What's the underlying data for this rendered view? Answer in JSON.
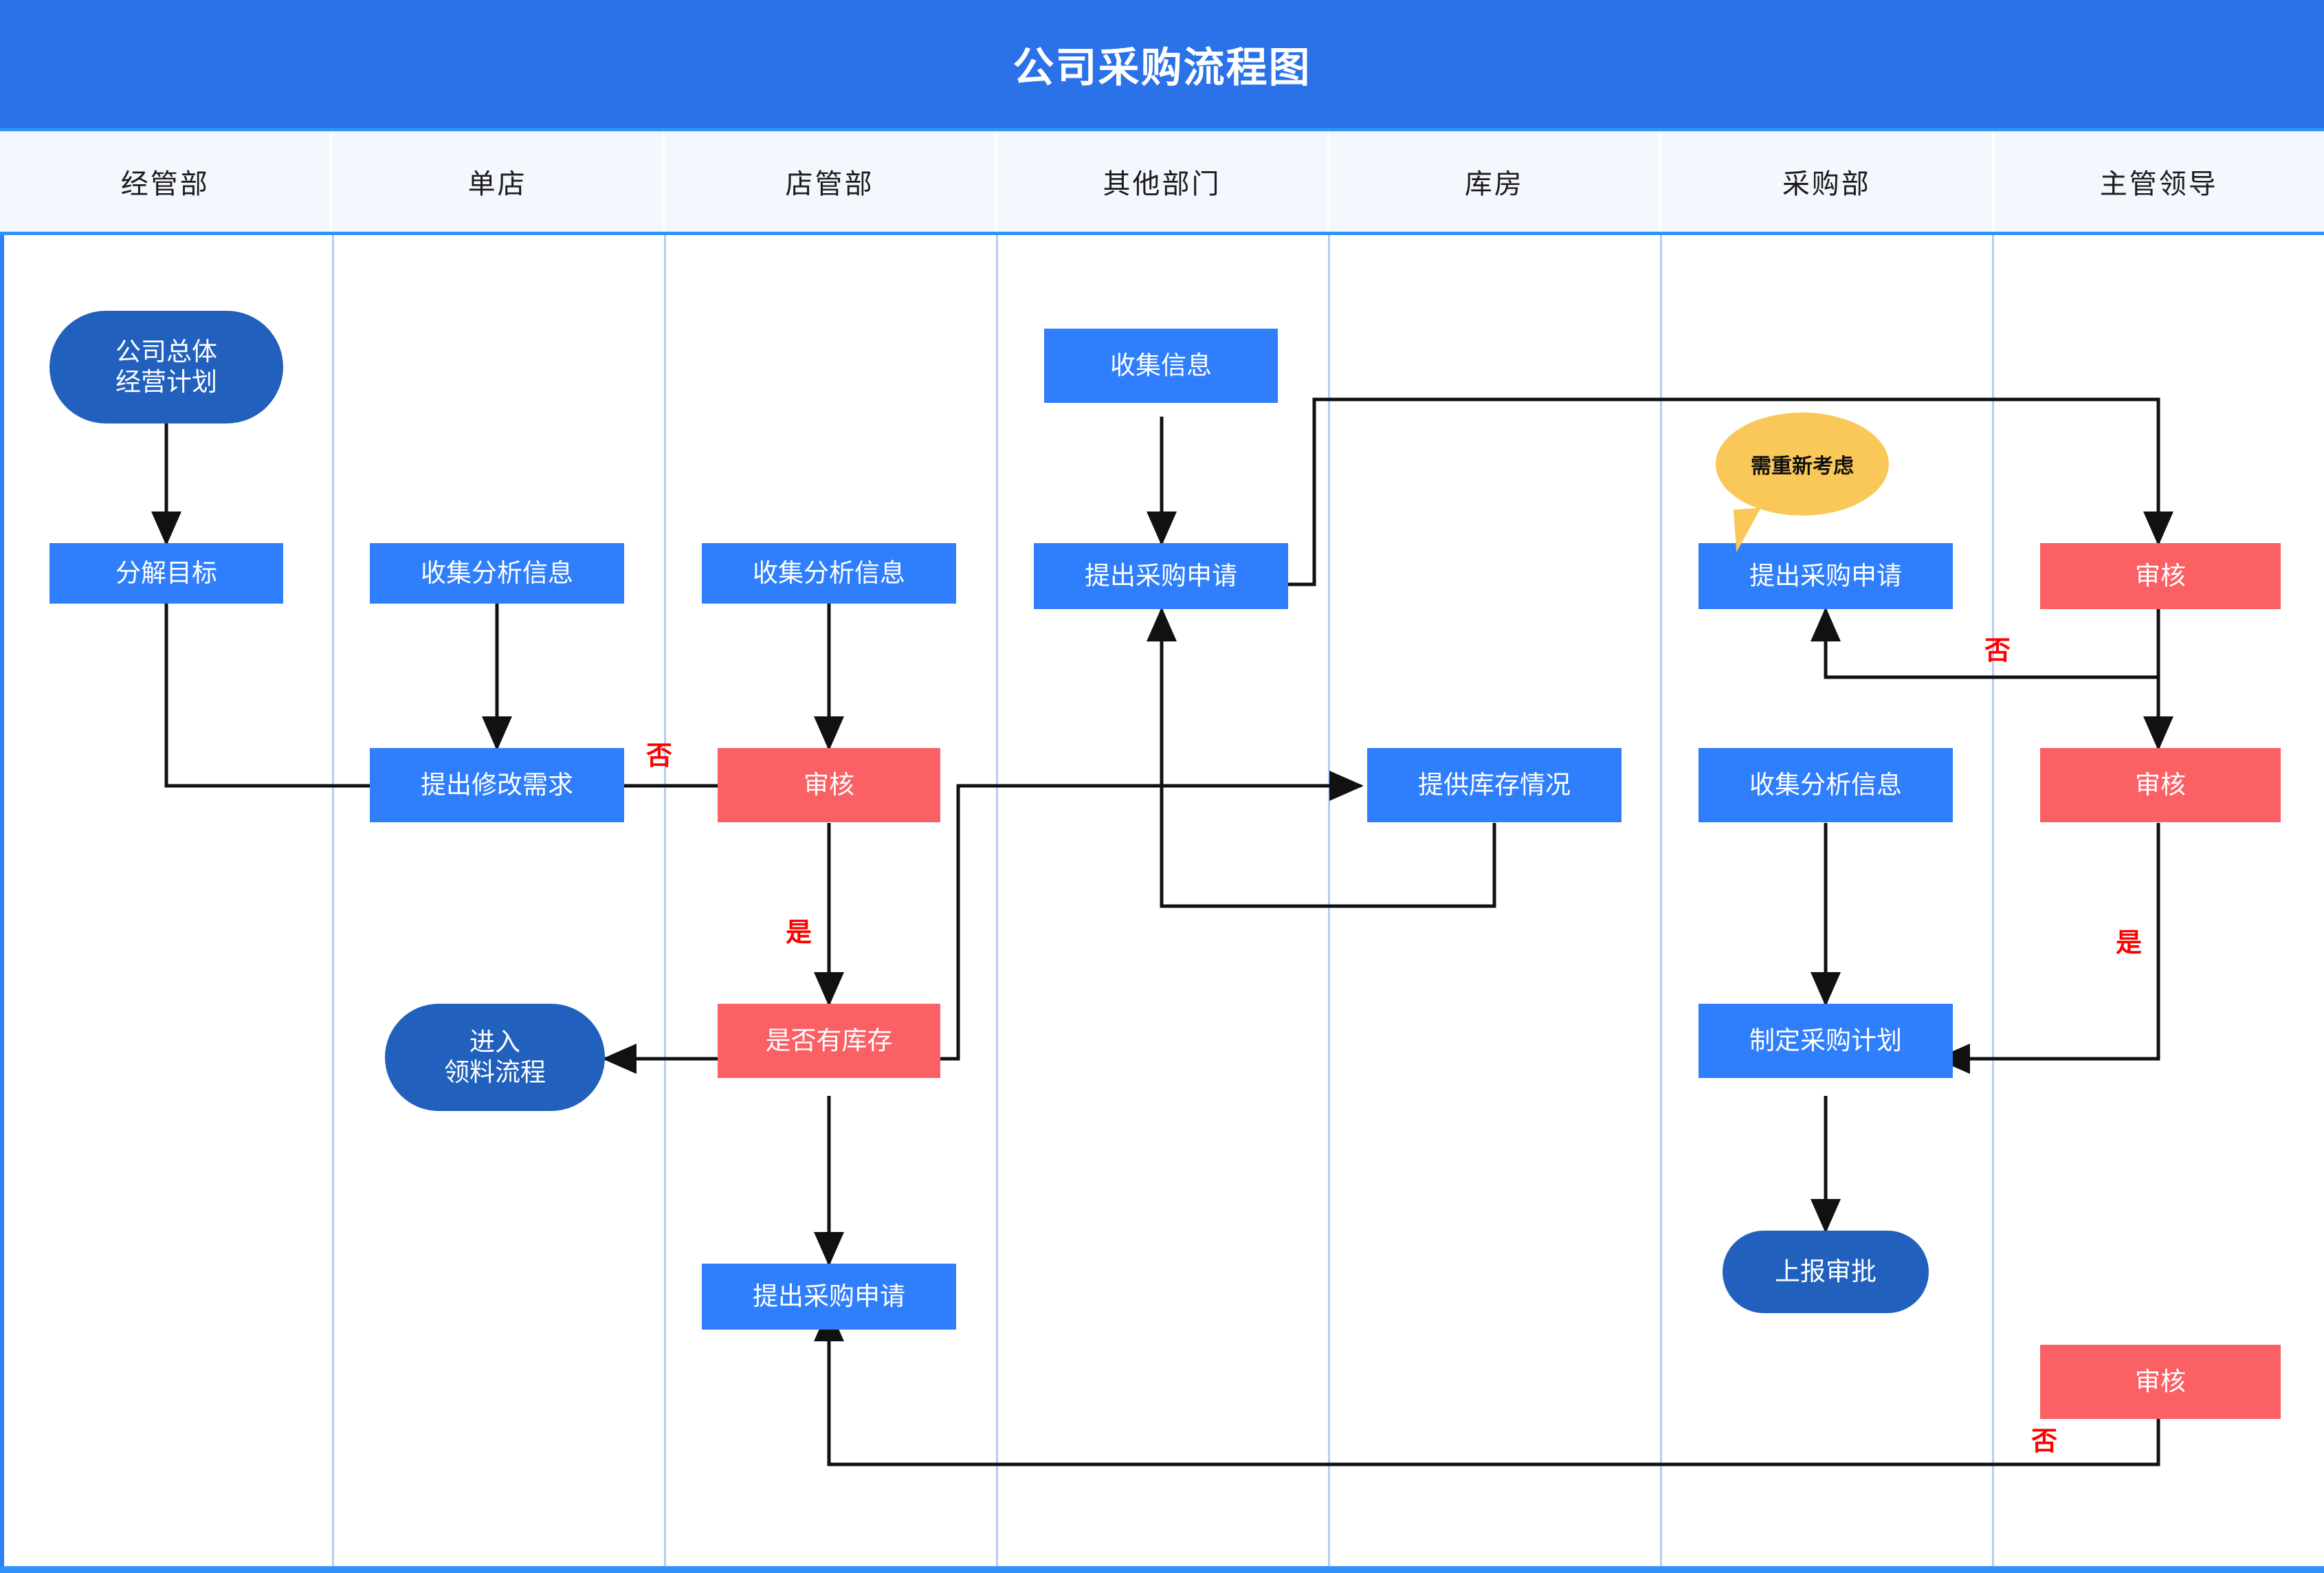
{
  "header": {
    "title": "公司采购流程图",
    "title_bg": "#2b71e8",
    "lane_band_bg": "#f4f7fe",
    "lane_band_border": "#2f93fb"
  },
  "lanes": [
    {
      "id": "lane-jinguanbu",
      "label": "经管部"
    },
    {
      "id": "lane-dandian",
      "label": "单店"
    },
    {
      "id": "lane-dianguanbu",
      "label": "店管部"
    },
    {
      "id": "lane-qitabumen",
      "label": "其他部门"
    },
    {
      "id": "lane-kufang",
      "label": "库房"
    },
    {
      "id": "lane-caigoubu",
      "label": "采购部"
    },
    {
      "id": "lane-zhuguan",
      "label": "主管领导"
    }
  ],
  "colors": {
    "process": "#2f7efc",
    "decision": "#fa6064",
    "terminal": "#2160bd",
    "callout": "#fac858",
    "edge": "#111111",
    "edge_label": "#ff0000",
    "lane_divider": "#b9caf8"
  },
  "nodes": [
    {
      "id": "n-company-plan",
      "lane": "经管部",
      "type": "terminal",
      "lines": [
        "公司总体",
        "经营计划"
      ]
    },
    {
      "id": "n-breakdown-goal",
      "lane": "经管部",
      "type": "process",
      "lines": [
        "分解目标"
      ]
    },
    {
      "id": "n-collect-1",
      "lane": "单店",
      "type": "process",
      "lines": [
        "收集分析信息"
      ]
    },
    {
      "id": "n-modify-request",
      "lane": "单店",
      "type": "process",
      "lines": [
        "提出修改需求"
      ]
    },
    {
      "id": "n-enter-picking",
      "lane": "单店",
      "type": "terminal",
      "lines": [
        "进入",
        "领料流程"
      ]
    },
    {
      "id": "n-collect-2",
      "lane": "店管部",
      "type": "process",
      "lines": [
        "收集分析信息"
      ]
    },
    {
      "id": "n-review-1",
      "lane": "店管部",
      "type": "decision",
      "lines": [
        "审核"
      ]
    },
    {
      "id": "n-has-stock",
      "lane": "店管部",
      "type": "decision",
      "lines": [
        "是否有库存"
      ]
    },
    {
      "id": "n-purchase-req-1",
      "lane": "店管部",
      "type": "process",
      "lines": [
        "提出采购申请"
      ]
    },
    {
      "id": "n-collect-info",
      "lane": "其他部门",
      "type": "process",
      "lines": [
        "收集信息"
      ]
    },
    {
      "id": "n-purchase-req-2",
      "lane": "其他部门",
      "type": "process",
      "lines": [
        "提出采购申请"
      ]
    },
    {
      "id": "n-provide-stock",
      "lane": "库房",
      "type": "process",
      "lines": [
        "提供库存情况"
      ]
    },
    {
      "id": "n-purchase-req-3",
      "lane": "采购部",
      "type": "process",
      "lines": [
        "提出采购申请"
      ]
    },
    {
      "id": "n-collect-3",
      "lane": "采购部",
      "type": "process",
      "lines": [
        "收集分析信息"
      ]
    },
    {
      "id": "n-make-plan",
      "lane": "采购部",
      "type": "process",
      "lines": [
        "制定采购计划"
      ]
    },
    {
      "id": "n-submit-approval",
      "lane": "采购部",
      "type": "terminal",
      "lines": [
        "上报审批"
      ]
    },
    {
      "id": "n-review-2",
      "lane": "主管领导",
      "type": "decision",
      "lines": [
        "审核"
      ]
    },
    {
      "id": "n-review-3",
      "lane": "主管领导",
      "type": "decision",
      "lines": [
        "审核"
      ]
    },
    {
      "id": "n-review-4",
      "lane": "主管领导",
      "type": "decision",
      "lines": [
        "审核"
      ]
    }
  ],
  "callout": {
    "id": "callout-reconsider",
    "text": "需重新考虑",
    "attached_to": "n-purchase-req-3"
  },
  "edge_labels": [
    {
      "id": "label-no-1",
      "text": "否"
    },
    {
      "id": "label-yes-1",
      "text": "是"
    },
    {
      "id": "label-no-2",
      "text": "否"
    },
    {
      "id": "label-yes-2",
      "text": "是"
    },
    {
      "id": "label-no-3",
      "text": "否"
    }
  ],
  "node_text": {
    "company_plan_l1": "公司总体",
    "company_plan_l2": "经营计划",
    "breakdown_goal": "分解目标",
    "collect_analyze_1": "收集分析信息",
    "modify_request": "提出修改需求",
    "enter_picking_l1": "进入",
    "enter_picking_l2": "领料流程",
    "collect_analyze_2": "收集分析信息",
    "review_1": "审核",
    "has_stock": "是否有库存",
    "purchase_req_1": "提出采购申请",
    "collect_info": "收集信息",
    "purchase_req_2": "提出采购申请",
    "provide_stock": "提供库存情况",
    "purchase_req_3": "提出采购申请",
    "collect_analyze_3": "收集分析信息",
    "make_plan": "制定采购计划",
    "submit_approval": "上报审批",
    "review_2": "审核",
    "review_3": "审核",
    "review_4": "审核",
    "callout_text": "需重新考虑",
    "no_1": "否",
    "yes_1": "是",
    "no_2": "否",
    "yes_2": "是",
    "no_3": "否"
  }
}
